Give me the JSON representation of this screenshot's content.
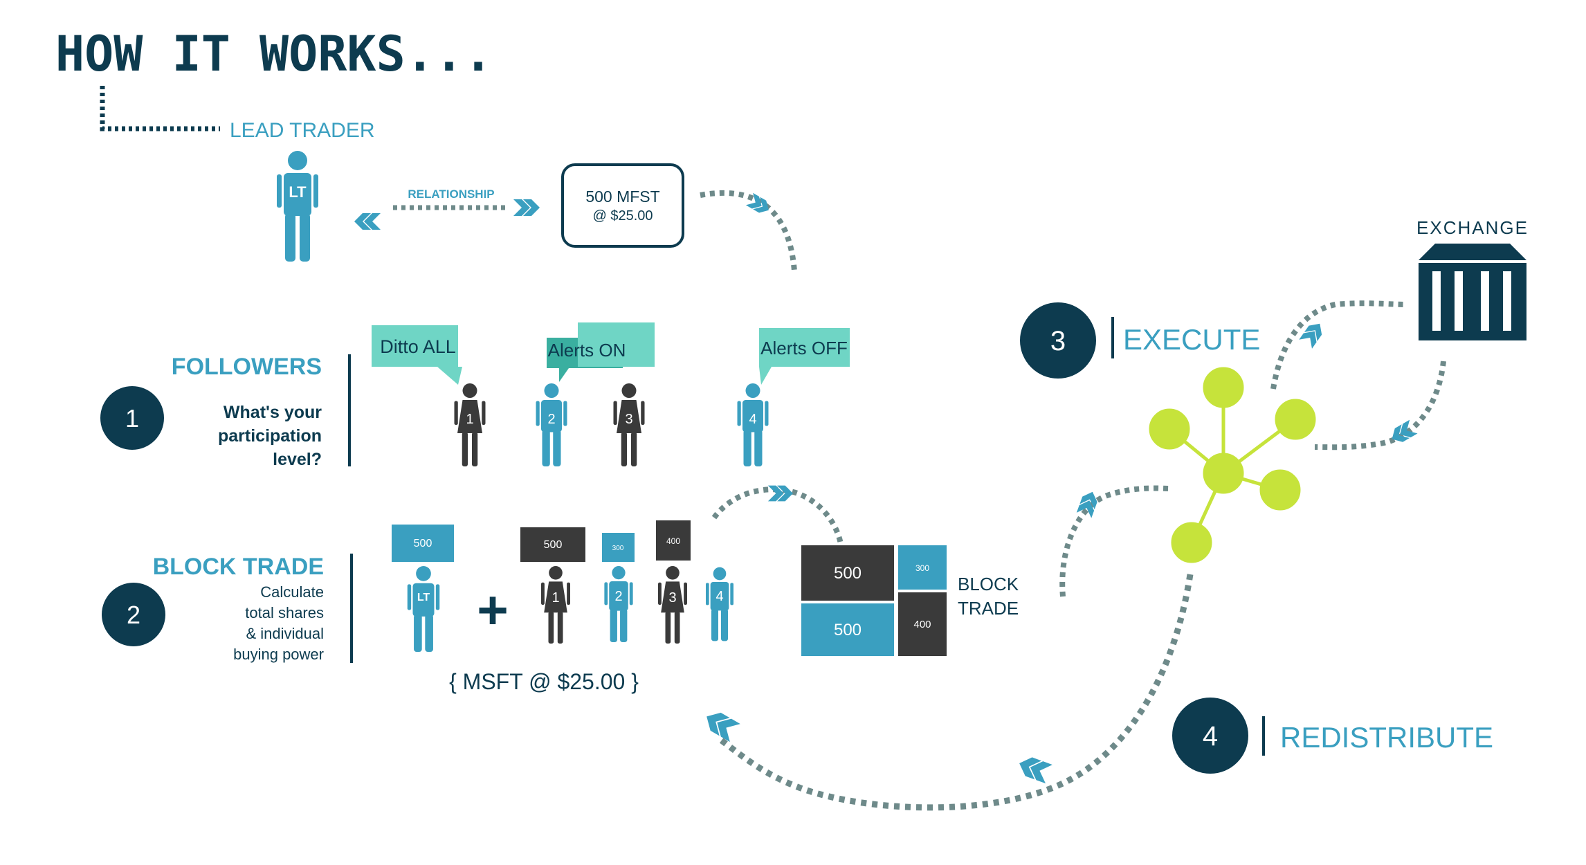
{
  "title": "HOW IT WORKS...",
  "lead_trader": {
    "label": "LEAD TRADER",
    "badge": "LT",
    "relationship": "RELATIONSHIP",
    "order_line1": "500 MFST",
    "order_line2": "@ $25.00"
  },
  "followers": {
    "step": "1",
    "heading": "FOLLOWERS",
    "question_line1": "What's your",
    "question_line2": "participation",
    "question_line3": "level?",
    "bubbles": [
      "Ditto ALL",
      "Alerts ON",
      "Alerts OFF"
    ],
    "people": [
      "1",
      "2",
      "3",
      "4"
    ]
  },
  "block_trade": {
    "step": "2",
    "heading": "BLOCK TRADE",
    "desc_line1": "Calculate",
    "desc_line2": "total shares",
    "desc_line3": "& individual",
    "desc_line4": "buying power",
    "lt_badge": "LT",
    "people": [
      "1",
      "2",
      "3",
      "4"
    ],
    "allocations": [
      "500",
      "500",
      "300",
      "400"
    ],
    "plus": "+",
    "price": "{ MSFT @ $25.00 }",
    "grid_values": [
      "500",
      "300",
      "500",
      "400"
    ],
    "grid_label_line1": "BLOCK",
    "grid_label_line2": "TRADE"
  },
  "execute": {
    "step": "3",
    "label": "EXECUTE"
  },
  "exchange": {
    "label": "EXCHANGE"
  },
  "redistribute": {
    "step": "4",
    "label": "REDISTRIBUTE"
  },
  "colors": {
    "navy": "#0d3b4f",
    "teal": "#3a9fc0",
    "mint": "#6fd5c5",
    "dark": "#3a3a3a",
    "lime": "#c6e33b",
    "dotted": "#6e8a8a"
  }
}
